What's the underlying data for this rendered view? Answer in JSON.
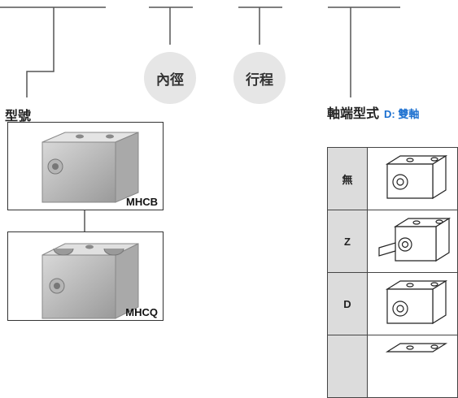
{
  "bubbles": {
    "bore": "內徑",
    "stroke": "行程"
  },
  "left_heading": "型號",
  "right_heading": {
    "title": "軸端型式",
    "sub_code": "D",
    "sub_text": ": 雙軸"
  },
  "models": [
    {
      "label": "MHCB"
    },
    {
      "label": "MHCQ"
    }
  ],
  "rod_options": [
    {
      "code": "無"
    },
    {
      "code": "Z"
    },
    {
      "code": "D"
    }
  ],
  "colors": {
    "line": "#555555",
    "bubble": "#e6e6e6",
    "table_header": "#dcdcdc",
    "accent": "#1a6fd0"
  }
}
